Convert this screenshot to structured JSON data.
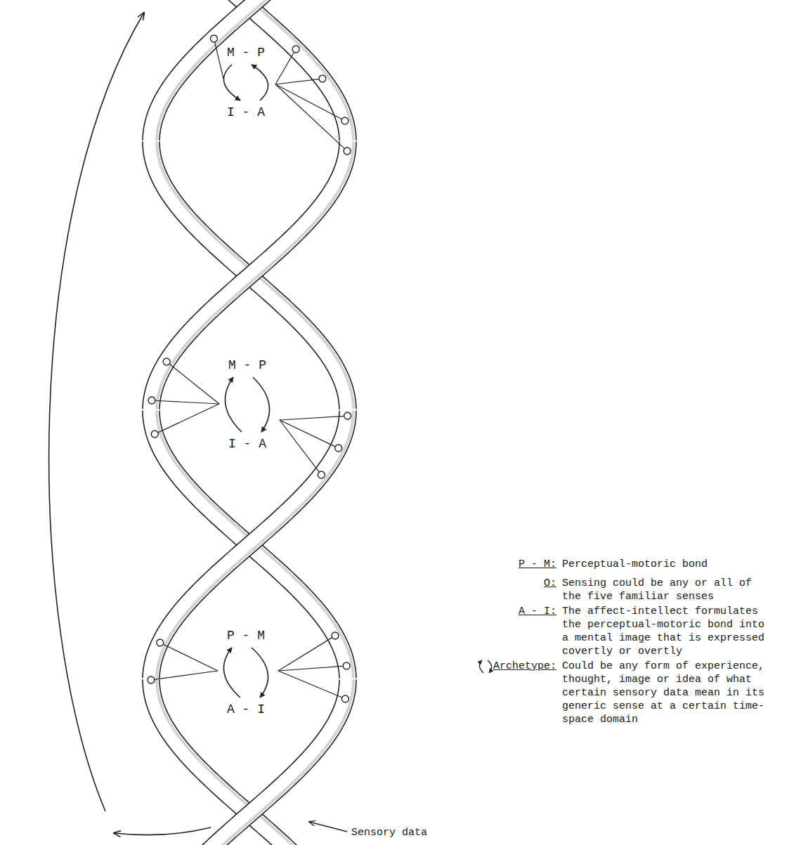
{
  "diagram": {
    "labels": [
      "M - P",
      "I - A",
      "M - P",
      "I - A",
      "P - M",
      "A - I",
      "P - M:",
      "Perceptual-motoric bond",
      "O:",
      "Sensing could be any or all of the five familiar senses",
      "A - I:",
      "The affect-intellect formulates the perceptual-motoric bond into a mental image that is expressed covertly or overtly",
      "Archetype:",
      "Could be any form of experience, thought, image or idea of what certain sensory data mean in its generic sense at a certain time-space domain",
      "Sensory data"
    ]
  }
}
